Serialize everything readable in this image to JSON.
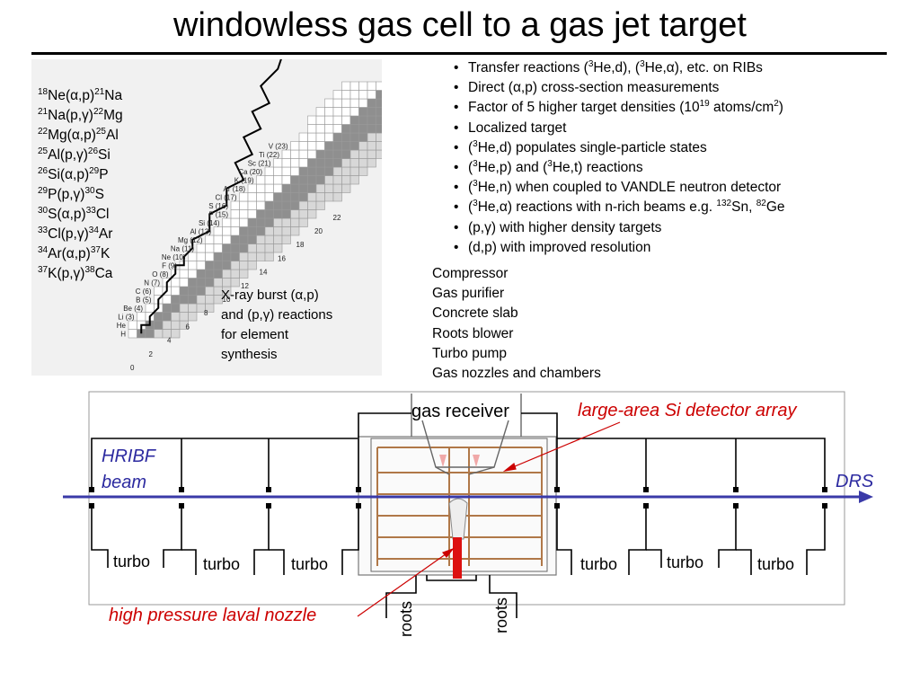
{
  "title": "windowless gas cell to a gas jet target",
  "reactions": [
    {
      "a": "18",
      "t1": "Ne(α,p)",
      "b": "21",
      "t2": "Na"
    },
    {
      "a": "21",
      "t1": "Na(p,γ)",
      "b": "22",
      "t2": "Mg"
    },
    {
      "a": "22",
      "t1": "Mg(α,p)",
      "b": "25",
      "t2": "Al"
    },
    {
      "a": "25",
      "t1": "Al(p,γ)",
      "b": "26",
      "t2": "Si"
    },
    {
      "a": "26",
      "t1": "Si(α,p)",
      "b": "29",
      "t2": "P"
    },
    {
      "a": "29",
      "t1": "P(p,γ)",
      "b": "30",
      "t2": "S"
    },
    {
      "a": "30",
      "t1": "S(α,p)",
      "b": "33",
      "t2": "Cl"
    },
    {
      "a": "33",
      "t1": "Cl(p,γ)",
      "b": "34",
      "t2": "Ar"
    },
    {
      "a": "34",
      "t1": "Ar(α,p)",
      "b": "37",
      "t2": "K"
    },
    {
      "a": "37",
      "t1": "K(p,γ)",
      "b": "38",
      "t2": "Ca"
    }
  ],
  "xray_note": [
    "X-ray burst (α,p)",
    "and (p,γ) reactions",
    "for element",
    "synthesis"
  ],
  "chart_labels": {
    "elements": [
      "V (23)",
      "Ti (22)",
      "Sc (21)",
      "Ca (20)",
      "K (19)",
      "Ar (18)",
      "Cl (17)",
      "S (16)",
      "P (15)",
      "Si (14)",
      "Al (13)",
      "Mg (12)",
      "Na (11)",
      "Ne (10)",
      "F (9)",
      "O (8)",
      "N (7)",
      "C (6)",
      "B (5)",
      "Be (4)",
      "Li (3)",
      "He",
      "H"
    ],
    "neutron_numbers": [
      "0",
      "2",
      "4",
      "6",
      "8",
      "10",
      "12",
      "14",
      "16",
      "18",
      "20",
      "22"
    ]
  },
  "bullet_char": "•",
  "bullets": [
    {
      "pre": "Transfer reactions (",
      "s1": "3",
      "mid": "He,d), (",
      "s2": "3",
      "post": "He,α), etc. on RIBs"
    },
    {
      "pre": "Direct (α,p) cross-section measurements"
    },
    {
      "pre": "Factor of 5 higher target densities (10",
      "s1": "19",
      "mid": " atoms/cm",
      "s2": "2",
      "post": ")"
    },
    {
      "pre": "Localized target"
    },
    {
      "pre": "(",
      "s1": "3",
      "mid": "He,d) populates single-particle states"
    },
    {
      "pre": "(",
      "s1": "3",
      "mid": "He,p) and (",
      "s2": "3",
      "post": "He,t) reactions"
    },
    {
      "pre": "(",
      "s1": "3",
      "mid": "He,n) when coupled to VANDLE neutron detector"
    },
    {
      "pre": "(",
      "s1": "3",
      "mid": "He,α) reactions with n-rich beams e.g. ",
      "s2": "132",
      "post": "Sn, ",
      "s3": "82",
      "post2": "Ge"
    },
    {
      "pre": "(p,γ) with higher density targets"
    },
    {
      "pre": "(d,p) with improved resolution"
    }
  ],
  "equipment": [
    "Compressor",
    "Gas purifier",
    "Concrete slab",
    "Roots blower",
    "Turbo pump",
    "Gas nozzles and chambers"
  ],
  "diagram": {
    "gas_receiver": "gas receiver",
    "si_array": "large-area Si detector array",
    "hribf_line1": "HRIBF",
    "hribf_line2": "beam",
    "drs": "DRS",
    "turbo": "turbo",
    "roots": "roots",
    "nozzle": "high pressure laval nozzle"
  },
  "colors": {
    "beam": "#3a3aa8",
    "annotation": "#cc0000",
    "label_blue": "#2c2aa0",
    "nozzle": "#dd1111",
    "copper": "#b07848"
  }
}
